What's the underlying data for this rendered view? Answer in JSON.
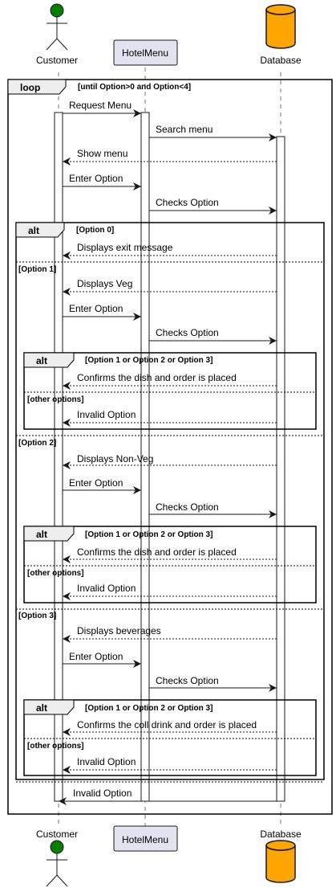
{
  "participants": {
    "customer": "Customer",
    "menu": "HotelMenu",
    "db": "Database"
  },
  "colors": {
    "actor_head": "#008000",
    "database": "#FFA500",
    "participant_box": "#E2E2F0",
    "border": "#181818"
  },
  "loop": {
    "keyword": "loop",
    "guard": "[until Option>0 and Option<4]"
  },
  "messages": {
    "m1": "Request Menu",
    "m2": "Search menu",
    "m3": "Show menu",
    "m4": "Enter Option",
    "m5": "Checks Option",
    "alt0_msg": "Displays exit message",
    "opt1_a": "Displays Veg",
    "opt1_b": "Enter Option",
    "opt1_c": "Checks Option",
    "opt1_ok": "Confirms the dish and order is placed",
    "opt1_bad": "Invalid Option",
    "opt2_a": "Displays Non-Veg",
    "opt2_b": "Enter Option",
    "opt2_c": "Checks Option",
    "opt2_ok": "Confirms the dish and order is placed",
    "opt2_bad": "Invalid Option",
    "opt3_a": "Displays beverages",
    "opt3_b": "Enter Option",
    "opt3_c": "Checks Option",
    "opt3_ok": "Confirms the coll drink and order is placed",
    "opt3_bad": "Invalid Option",
    "final": "Invalid Option"
  },
  "alt": {
    "keyword": "alt",
    "g_opt0": "[Option 0]",
    "g_opt1": "[Option 1]",
    "g_opt2": "[Option 2]",
    "g_opt3": "[Option 3]",
    "g_inner": "[Option 1 or Option 2 or Option 3]",
    "g_other": "[other options]"
  }
}
